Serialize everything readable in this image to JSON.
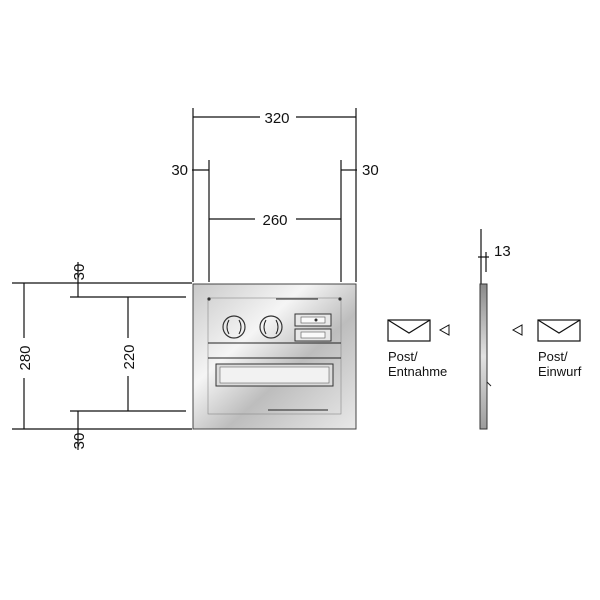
{
  "dimensions": {
    "total_width": "320",
    "inner_width": "260",
    "side_left": "30",
    "side_right": "30",
    "total_height": "280",
    "inner_height": "220",
    "top_offset": "30",
    "bottom_offset": "30",
    "depth_top": "13"
  },
  "labels": {
    "withdrawal_line1": "Post/",
    "withdrawal_line2": "Entnahme",
    "insertion_line1": "Post/",
    "insertion_line2": "Einwurf"
  },
  "colors": {
    "plate_light": "#f4f4f4",
    "plate_mid": "#d6d6d6",
    "plate_dark": "#9a9a9a",
    "line": "#111111"
  },
  "icons": [
    "envelope-icon",
    "arrow-left-icon",
    "speaker-icon",
    "bell-button-icon"
  ]
}
